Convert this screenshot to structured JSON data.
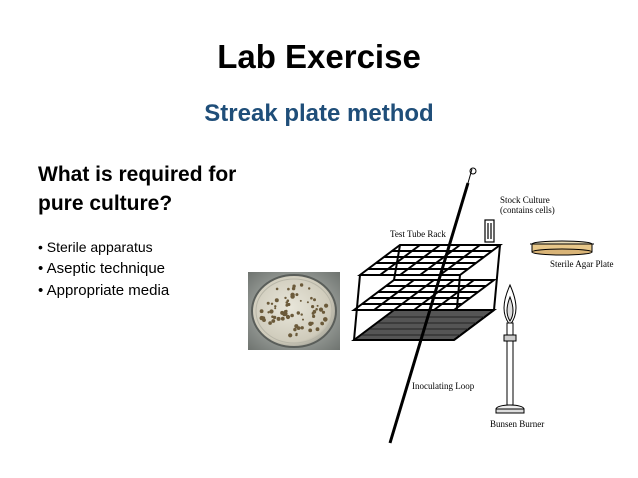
{
  "slide": {
    "title": "Lab Exercise",
    "subtitle": "Streak plate method",
    "question_line1": "What is required for",
    "question_line2": "pure culture?",
    "bullets": [
      "Sterile apparatus",
      "Aseptic technique",
      "Appropriate media"
    ]
  },
  "diagram": {
    "labels": {
      "stock_culture_line1": "Stock Culture",
      "stock_culture_line2": "(contains cells)",
      "test_tube_rack": "Test Tube Rack",
      "sterile_agar_plate": "Sterile Agar Plate",
      "inoculating_loop": "Inoculating Loop",
      "bunsen_burner": "Bunsen Burner"
    }
  },
  "colors": {
    "title": "#000000",
    "subtitle": "#1f4e79"
  }
}
